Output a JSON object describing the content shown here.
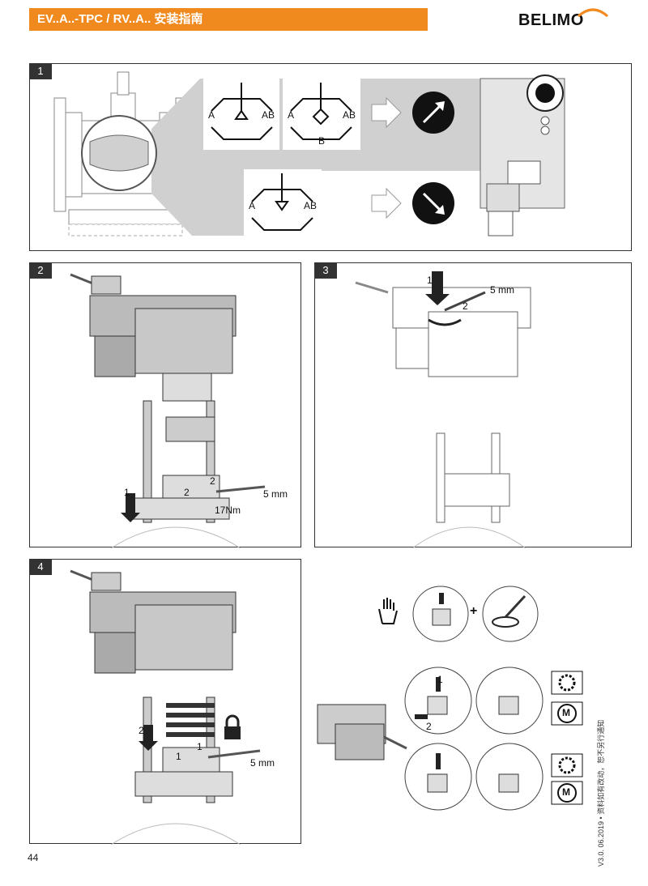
{
  "header": {
    "title": "EV..A..-TPC / RV..A.. 安装指南",
    "brand": "BELIMO",
    "accent_color": "#f08a1e"
  },
  "step1": {
    "number": "1",
    "valve_labels_a": [
      "A",
      "AB"
    ],
    "valve_labels_b": [
      "A",
      "AB",
      "B"
    ],
    "valve_labels_c": [
      "A",
      "AB"
    ]
  },
  "step2": {
    "number": "2",
    "markers": [
      "1",
      "2",
      "2"
    ],
    "tool": "5 mm",
    "torque": "17Nm"
  },
  "step3": {
    "number": "3",
    "markers": [
      "1",
      "2"
    ],
    "tool": "5 mm"
  },
  "step4": {
    "number": "4",
    "markers": [
      "2",
      "1",
      "1"
    ],
    "tool": "5 mm"
  },
  "manual": {
    "markers": [
      "1",
      "2"
    ],
    "plus": "+",
    "motor_label": "M"
  },
  "footer": {
    "page_number": "44",
    "version_note": "V3.0. 06.2019 • 资料如有改动，恕不另行通知"
  }
}
